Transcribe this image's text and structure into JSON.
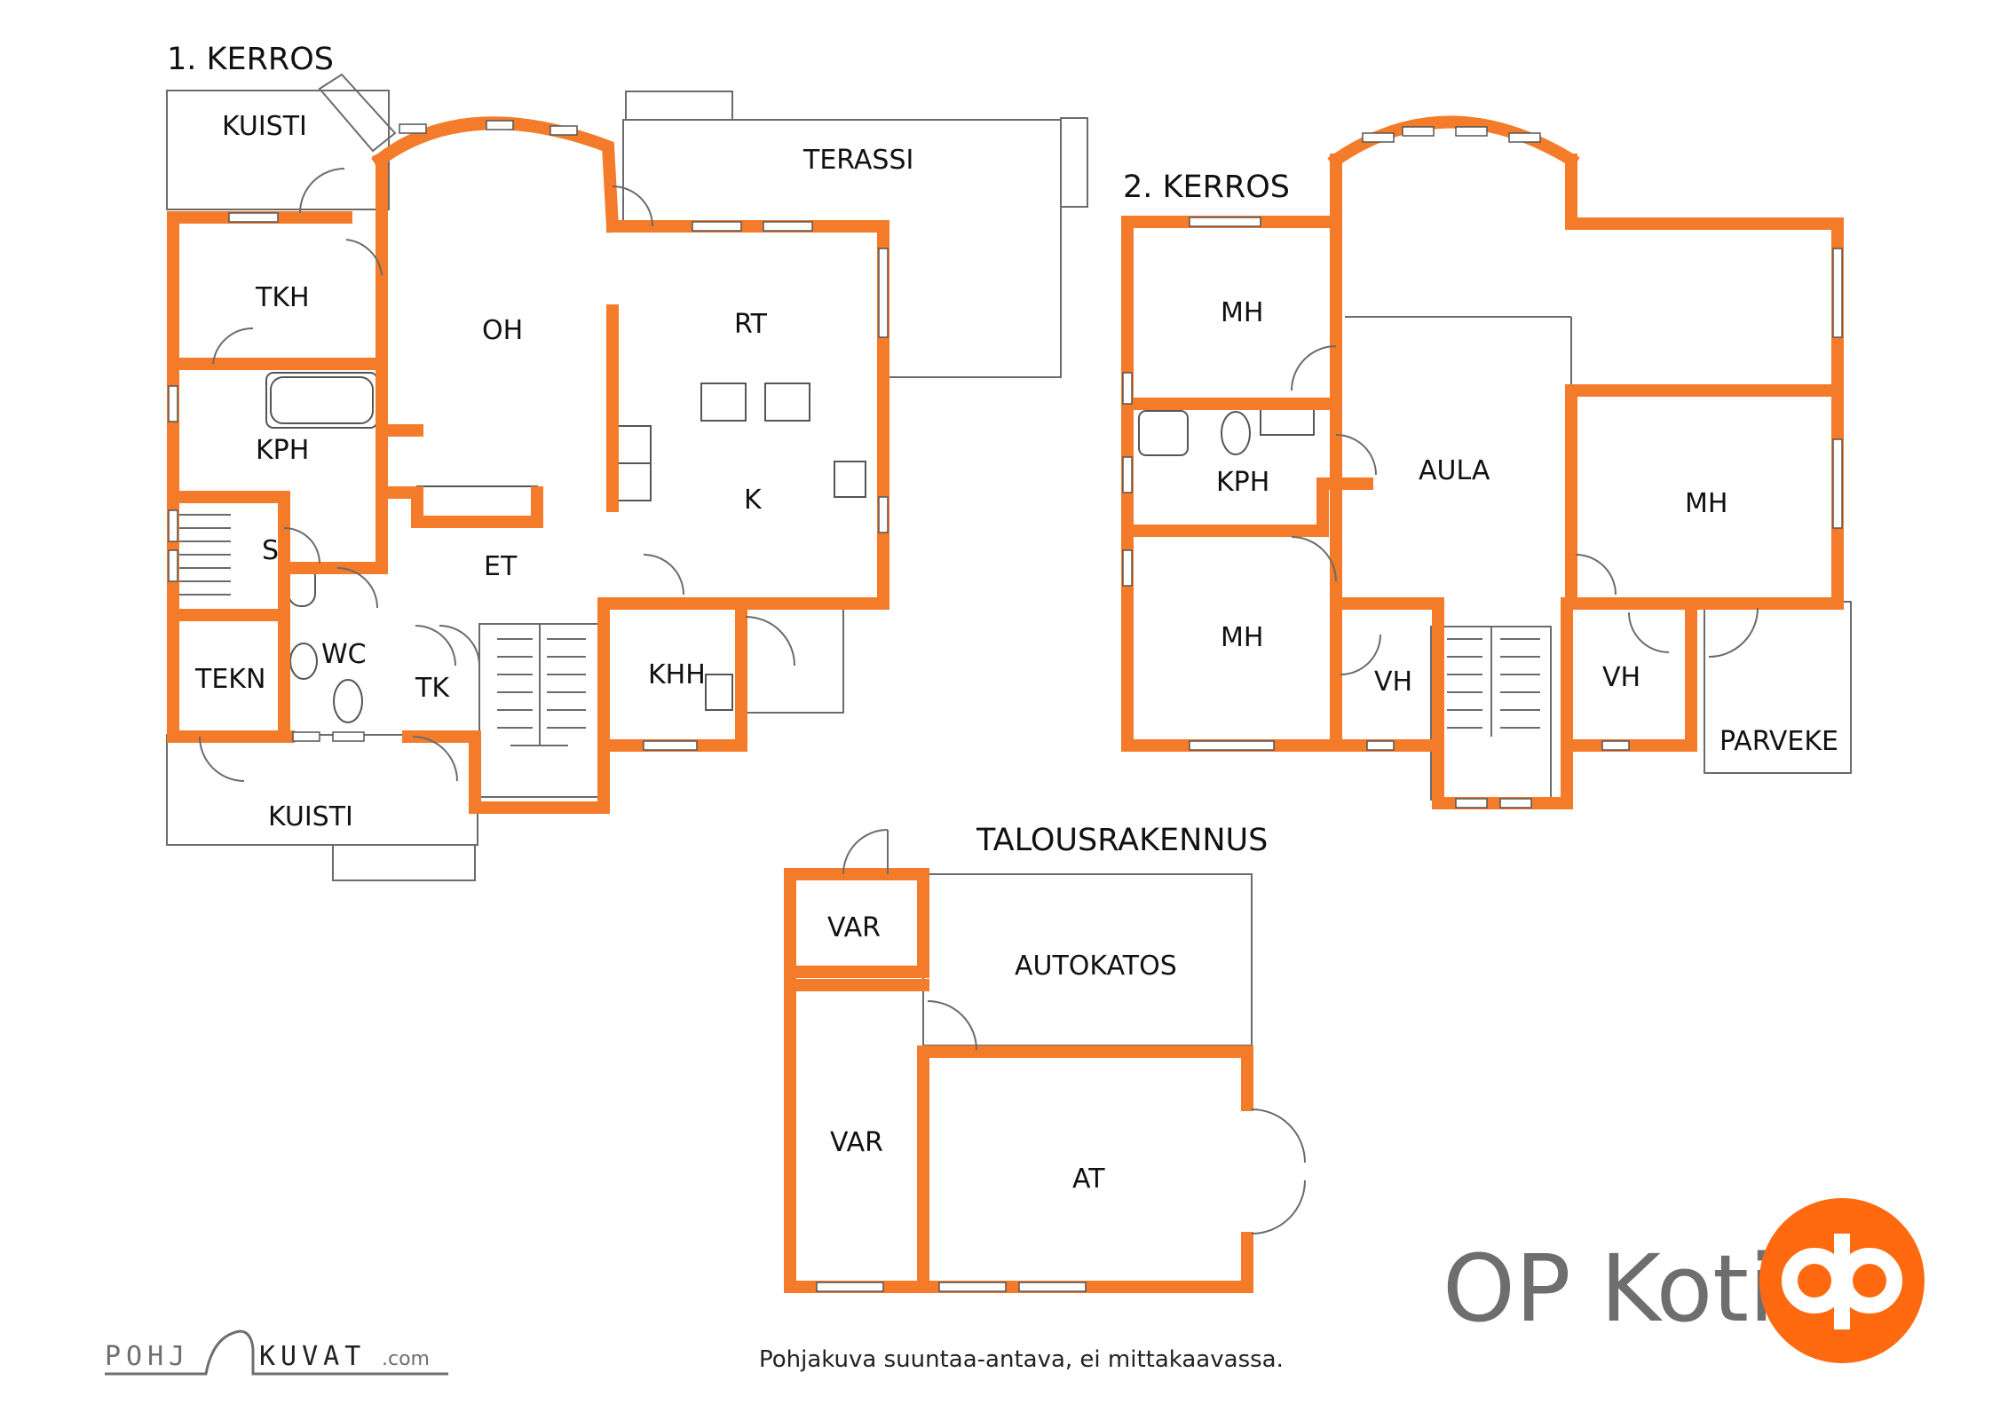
{
  "titles": {
    "floor1": "1. KERROS",
    "floor2": "2. KERROS",
    "outbuilding": "TALOUSRAKENNUS"
  },
  "floor1": {
    "kuisti_top": "KUISTI",
    "terassi": "TERASSI",
    "tkh": "TKH",
    "oh": "OH",
    "rt": "RT",
    "kph": "KPH",
    "k": "K",
    "s": "S",
    "et": "ET",
    "tekn": "TEKN",
    "wc": "WC",
    "tk": "TK",
    "khh": "KHH",
    "kuisti_bottom": "KUISTI"
  },
  "floor2": {
    "mh_top": "MH",
    "kph": "KPH",
    "aula": "AULA",
    "mh_right": "MH",
    "mh_bottom": "MH",
    "vh_left": "VH",
    "vh_right": "VH",
    "parveke": "PARVEKE"
  },
  "outbuilding": {
    "var_top": "VAR",
    "autokatos": "AUTOKATOS",
    "var_bottom": "VAR",
    "at": "AT"
  },
  "disclaimer": "Pohjakuva suuntaa-antava, ei mittakaavassa.",
  "brand": {
    "name": "OP Koti",
    "logo": "op-logo-icon",
    "color": "#FF6A10"
  },
  "watermark": {
    "left": "POHJ",
    "right": "KUVAT",
    "suffix": ".com"
  },
  "colors": {
    "wall": "#F47B2A",
    "outline": "#6b6b6b"
  }
}
